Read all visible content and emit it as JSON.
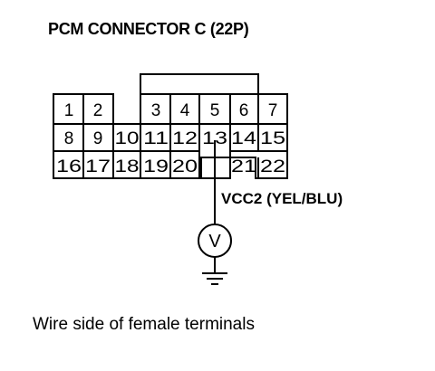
{
  "title": "PCM CONNECTOR C (22P)",
  "caption": "Wire side of female terminals",
  "wire_label": "VCC2 (YEL/BLU)",
  "meter_label": "V",
  "connector": {
    "pins": {
      "p1": "1",
      "p2": "2",
      "p3": "3",
      "p4": "4",
      "p5": "5",
      "p6": "6",
      "p7": "7",
      "p8": "8",
      "p9": "9",
      "p10": "10",
      "p11": "11",
      "p12": "12",
      "p13": "13",
      "p14": "14",
      "p15": "15",
      "p16": "16",
      "p17": "17",
      "p18": "18",
      "p19": "19",
      "p20": "20",
      "p21": "21",
      "p22": "22"
    }
  }
}
